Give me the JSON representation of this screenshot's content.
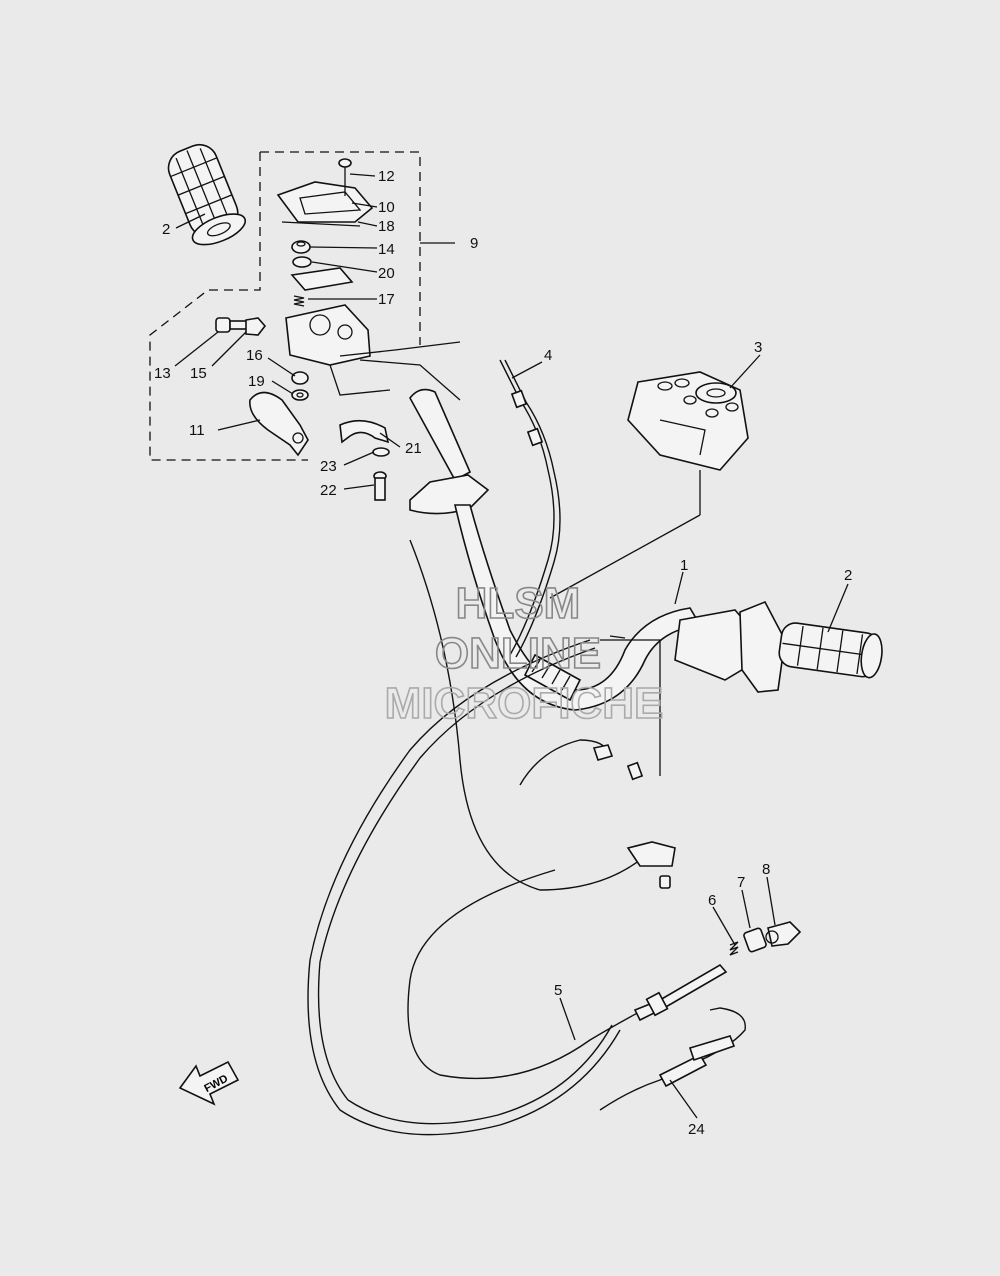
{
  "watermark": {
    "line1": "HLSM",
    "line2": "ONLINE",
    "line3": "MICROFICHE"
  },
  "fwd_arrow": {
    "label": "FWD"
  },
  "callouts": [
    "1",
    "2",
    "2",
    "3",
    "4",
    "5",
    "6",
    "7",
    "8",
    "9",
    "10",
    "11",
    "12",
    "13",
    "14",
    "15",
    "16",
    "17",
    "18",
    "19",
    "20",
    "21",
    "22",
    "23",
    "24"
  ]
}
